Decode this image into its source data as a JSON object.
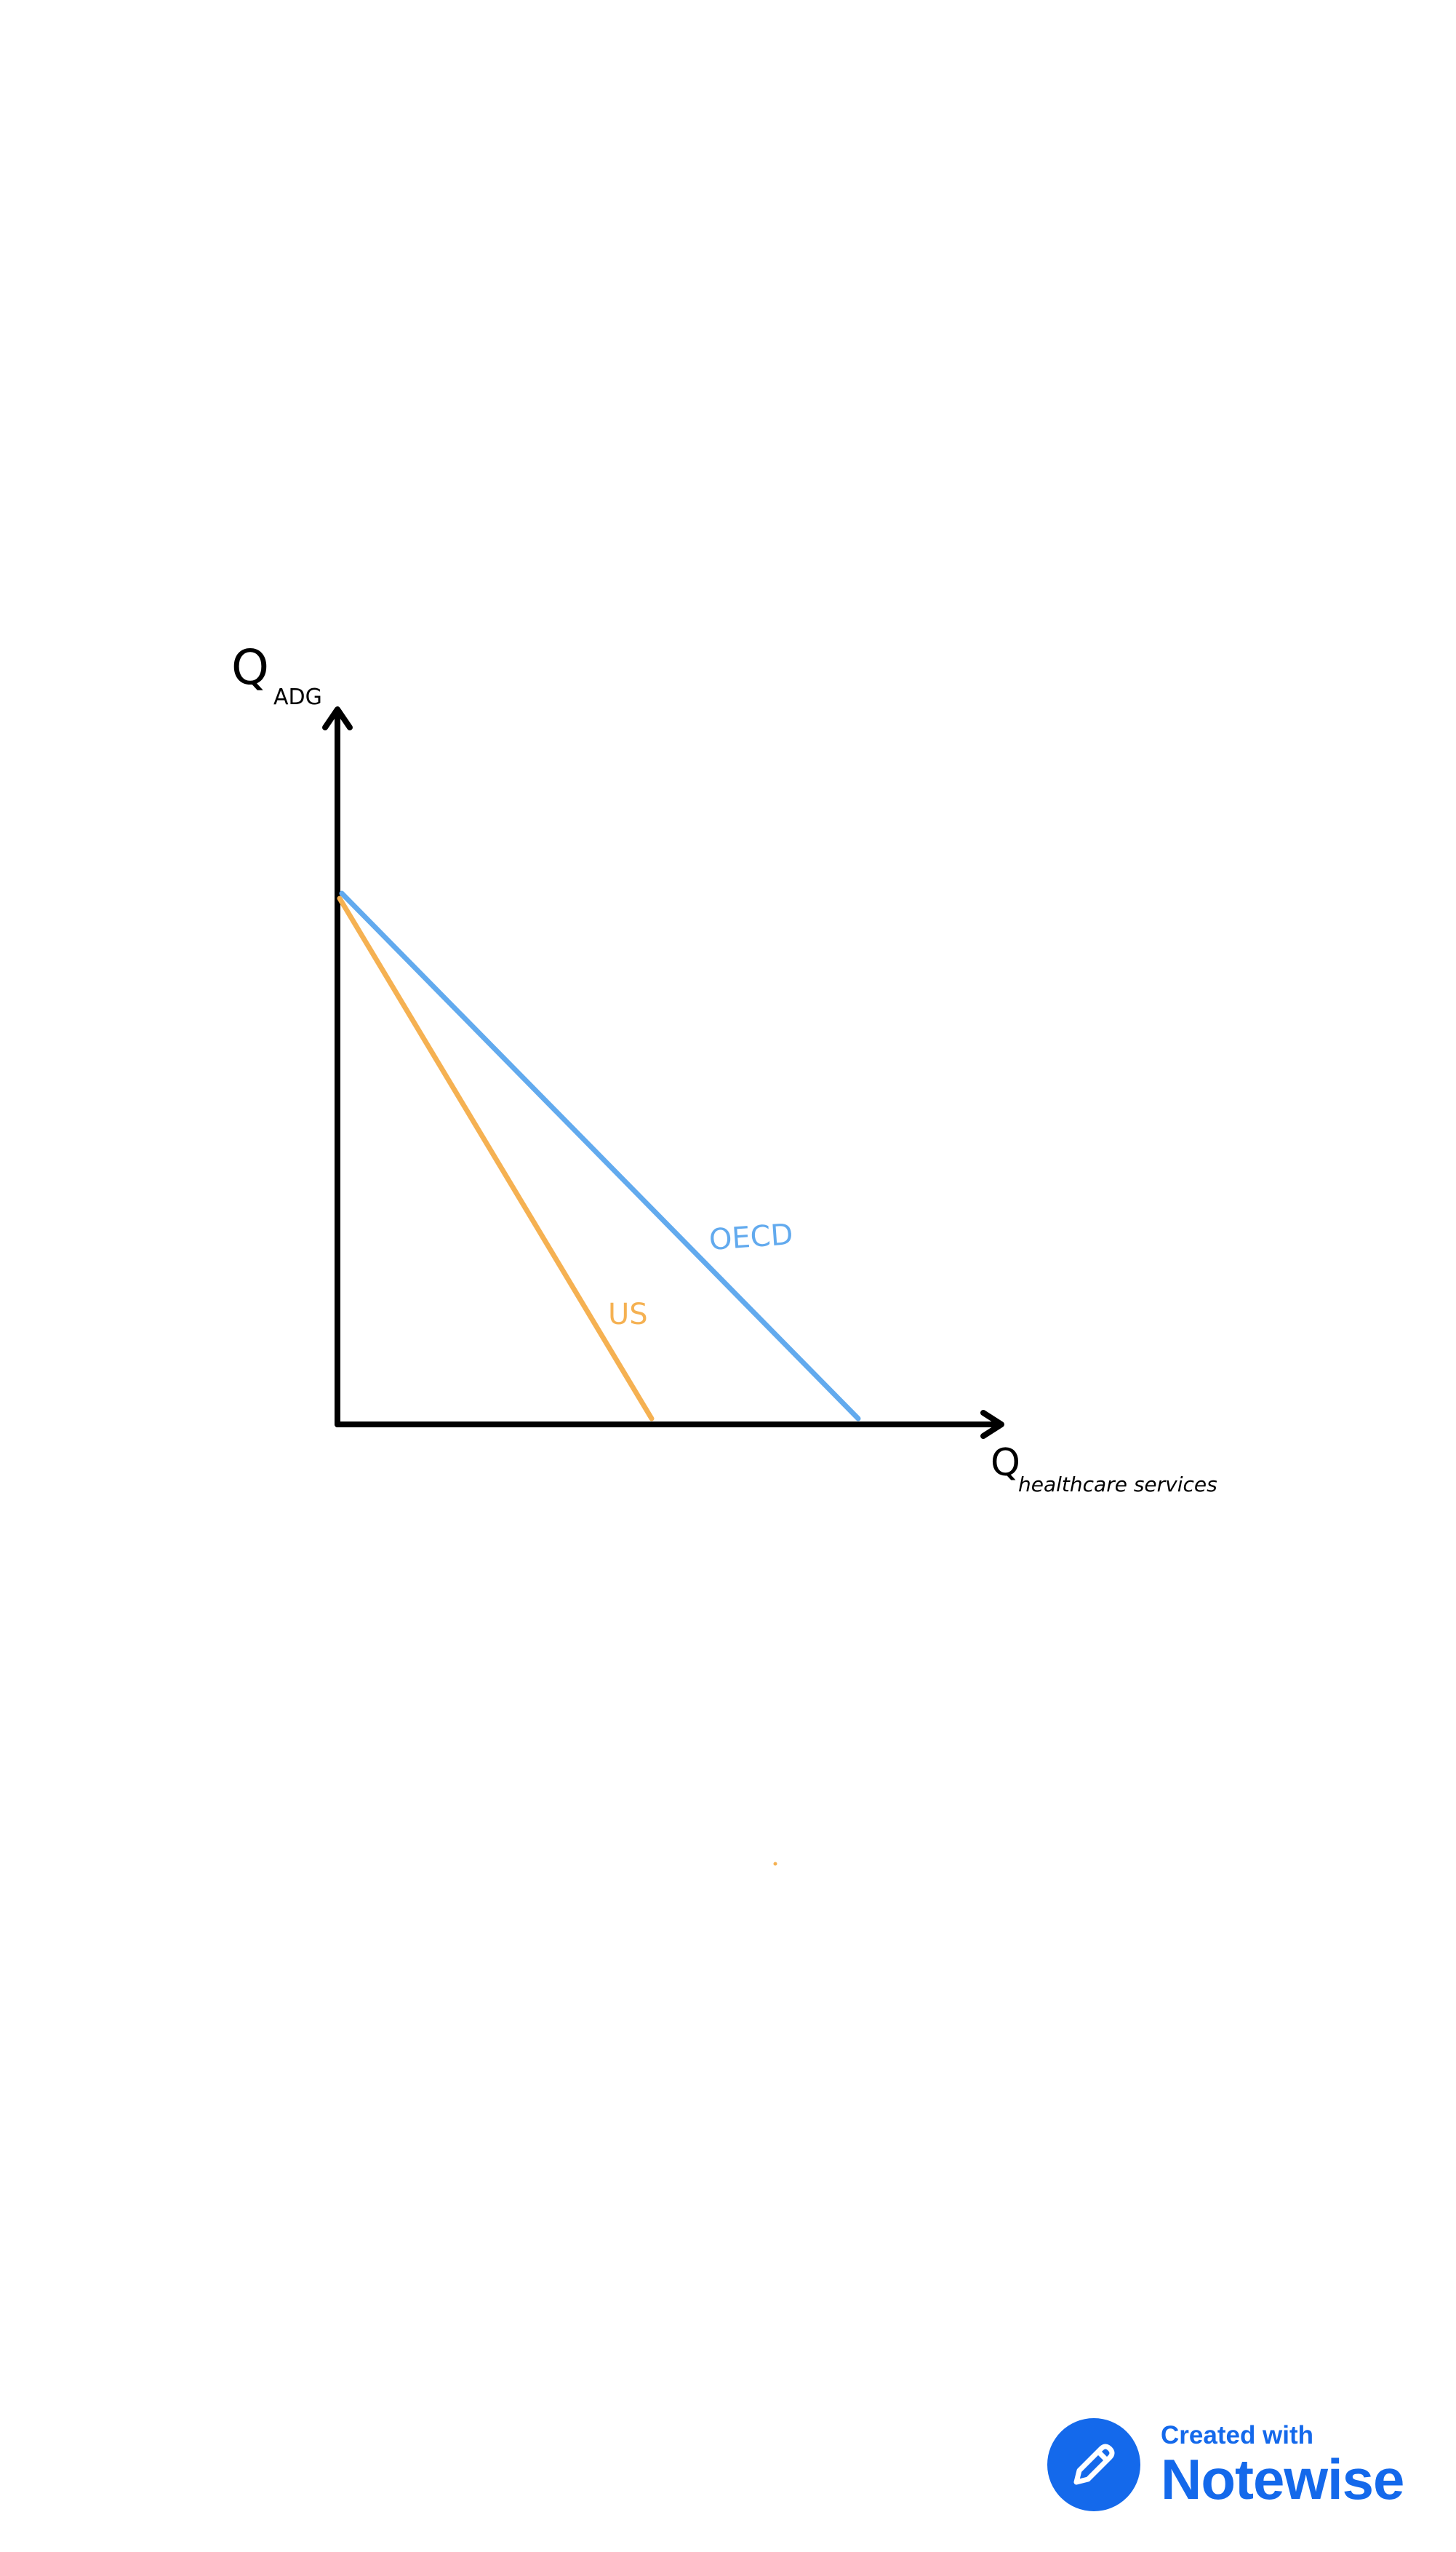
{
  "diagram": {
    "y_axis_label": {
      "main": "Q",
      "sub": "ADG"
    },
    "x_axis_label": {
      "main": "Q",
      "sub": "healthcare services"
    },
    "lines": [
      {
        "label": "OECD",
        "color": "#62aaee"
      },
      {
        "label": "US",
        "color": "#f5b152"
      }
    ],
    "axis_color": "#000000"
  },
  "badge": {
    "line1": "Created with",
    "line2": "Notewise",
    "color": "#1469eb",
    "icon": "pencil-edit-icon"
  }
}
